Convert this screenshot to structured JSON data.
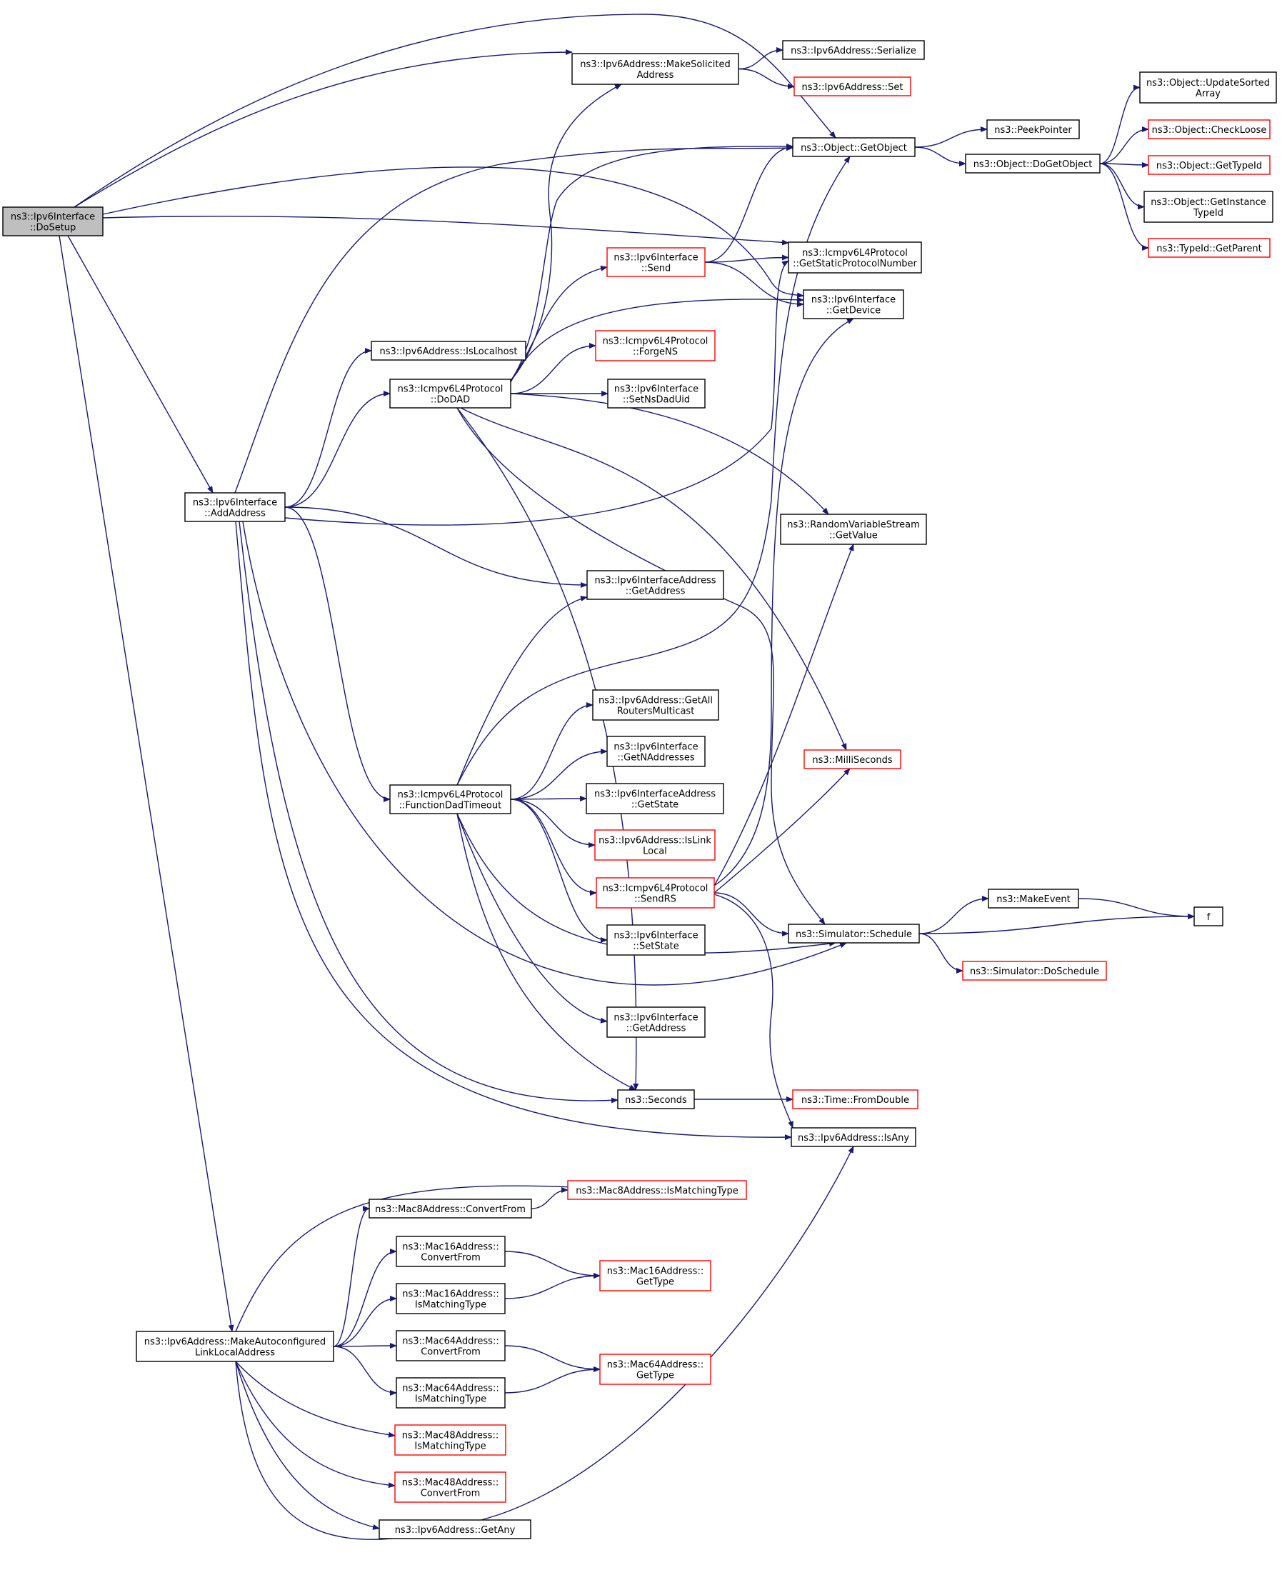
{
  "diagram": {
    "type": "call-graph",
    "colors": {
      "edge": "#191970",
      "normal_border": "#000000",
      "missing_border": "#ff0000",
      "root_fill": "#bfbfbf"
    },
    "nodes": [
      {
        "id": "dosetup",
        "lines": [
          "ns3::Ipv6Interface",
          "::DoSetup"
        ],
        "root": true
      },
      {
        "id": "makesolicited",
        "lines": [
          "ns3::Ipv6Address::MakeSolicited",
          "Address"
        ]
      },
      {
        "id": "serialize",
        "lines": [
          "ns3::Ipv6Address::Serialize"
        ]
      },
      {
        "id": "set",
        "lines": [
          "ns3::Ipv6Address::Set"
        ],
        "red": true
      },
      {
        "id": "getobject",
        "lines": [
          "ns3::Object::GetObject"
        ]
      },
      {
        "id": "peekpointer",
        "lines": [
          "ns3::PeekPointer"
        ]
      },
      {
        "id": "dogetobject",
        "lines": [
          "ns3::Object::DoGetObject"
        ]
      },
      {
        "id": "updatesorted",
        "lines": [
          "ns3::Object::UpdateSorted",
          "Array"
        ]
      },
      {
        "id": "checkloose",
        "lines": [
          "ns3::Object::CheckLoose"
        ],
        "red": true
      },
      {
        "id": "gettypeid",
        "lines": [
          "ns3::Object::GetTypeId"
        ],
        "red": true
      },
      {
        "id": "getinstancetypeid",
        "lines": [
          "ns3::Object::GetInstance",
          "TypeId"
        ]
      },
      {
        "id": "getparent",
        "lines": [
          "ns3::TypeId::GetParent"
        ],
        "red": true
      },
      {
        "id": "getstaticproto",
        "lines": [
          "ns3::Icmpv6L4Protocol",
          "::GetStaticProtocolNumber"
        ]
      },
      {
        "id": "send",
        "lines": [
          "ns3::Ipv6Interface",
          "::Send"
        ],
        "red": true
      },
      {
        "id": "getdevice",
        "lines": [
          "ns3::Ipv6Interface",
          "::GetDevice"
        ]
      },
      {
        "id": "islocalhost",
        "lines": [
          "ns3::Ipv6Address::IsLocalhost"
        ]
      },
      {
        "id": "forgens",
        "lines": [
          "ns3::Icmpv6L4Protocol",
          "::ForgeNS"
        ],
        "red": true
      },
      {
        "id": "dodad",
        "lines": [
          "ns3::Icmpv6L4Protocol",
          "::DoDAD"
        ]
      },
      {
        "id": "setnsdaduid",
        "lines": [
          "ns3::Ipv6Interface",
          "::SetNsDadUid"
        ]
      },
      {
        "id": "addaddress",
        "lines": [
          "ns3::Ipv6Interface",
          "::AddAddress"
        ]
      },
      {
        "id": "getvalue",
        "lines": [
          "ns3::RandomVariableStream",
          "::GetValue"
        ]
      },
      {
        "id": "ifaddr_getaddress",
        "lines": [
          "ns3::Ipv6InterfaceAddress",
          "::GetAddress"
        ]
      },
      {
        "id": "getallrouters",
        "lines": [
          "ns3::Ipv6Address::GetAll",
          "RoutersMulticast"
        ]
      },
      {
        "id": "getnaddresses",
        "lines": [
          "ns3::Ipv6Interface",
          "::GetNAddresses"
        ]
      },
      {
        "id": "milliseconds",
        "lines": [
          "ns3::MilliSeconds"
        ],
        "red": true
      },
      {
        "id": "functiondad",
        "lines": [
          "ns3::Icmpv6L4Protocol",
          "::FunctionDadTimeout"
        ]
      },
      {
        "id": "getstate",
        "lines": [
          "ns3::Ipv6InterfaceAddress",
          "::GetState"
        ]
      },
      {
        "id": "islinklocal",
        "lines": [
          "ns3::Ipv6Address::IsLink",
          "Local"
        ],
        "red": true
      },
      {
        "id": "sendrs",
        "lines": [
          "ns3::Icmpv6L4Protocol",
          "::SendRS"
        ],
        "red": true
      },
      {
        "id": "makeevent",
        "lines": [
          "ns3::MakeEvent"
        ]
      },
      {
        "id": "f",
        "lines": [
          "f"
        ]
      },
      {
        "id": "schedule",
        "lines": [
          "ns3::Simulator::Schedule"
        ]
      },
      {
        "id": "setstate",
        "lines": [
          "ns3::Ipv6Interface",
          "::SetState"
        ]
      },
      {
        "id": "doschedule",
        "lines": [
          "ns3::Simulator::DoSchedule"
        ],
        "red": true
      },
      {
        "id": "if_getaddress",
        "lines": [
          "ns3::Ipv6Interface",
          "::GetAddress"
        ]
      },
      {
        "id": "seconds",
        "lines": [
          "ns3::Seconds"
        ]
      },
      {
        "id": "fromdouble",
        "lines": [
          "ns3::Time::FromDouble"
        ],
        "red": true
      },
      {
        "id": "isany",
        "lines": [
          "ns3::Ipv6Address::IsAny"
        ]
      },
      {
        "id": "mac8convert",
        "lines": [
          "ns3::Mac8Address::ConvertFrom"
        ]
      },
      {
        "id": "mac8matching",
        "lines": [
          "ns3::Mac8Address::IsMatchingType"
        ],
        "red": true
      },
      {
        "id": "mac16convert",
        "lines": [
          "ns3::Mac16Address::",
          "ConvertFrom"
        ]
      },
      {
        "id": "mac16gettype",
        "lines": [
          "ns3::Mac16Address::",
          "GetType"
        ],
        "red": true
      },
      {
        "id": "mac16matching",
        "lines": [
          "ns3::Mac16Address::",
          "IsMatchingType"
        ]
      },
      {
        "id": "makeautoconf",
        "lines": [
          "ns3::Ipv6Address::MakeAutoconfigured",
          "LinkLocalAddress"
        ]
      },
      {
        "id": "mac64convert",
        "lines": [
          "ns3::Mac64Address::",
          "ConvertFrom"
        ]
      },
      {
        "id": "mac64gettype",
        "lines": [
          "ns3::Mac64Address::",
          "GetType"
        ],
        "red": true
      },
      {
        "id": "mac64matching",
        "lines": [
          "ns3::Mac64Address::",
          "IsMatchingType"
        ]
      },
      {
        "id": "mac48matching",
        "lines": [
          "ns3::Mac48Address::",
          "IsMatchingType"
        ],
        "red": true
      },
      {
        "id": "mac48convert",
        "lines": [
          "ns3::Mac48Address::",
          "ConvertFrom"
        ],
        "red": true
      },
      {
        "id": "getany",
        "lines": [
          "ns3::Ipv6Address::GetAny"
        ]
      }
    ],
    "edges": [
      [
        "dosetup",
        "makesolicited"
      ],
      [
        "dosetup",
        "getobject"
      ],
      [
        "dosetup",
        "getdevice"
      ],
      [
        "dosetup",
        "getstaticproto"
      ],
      [
        "dosetup",
        "addaddress"
      ],
      [
        "dosetup",
        "makeautoconf"
      ],
      [
        "makesolicited",
        "serialize"
      ],
      [
        "makesolicited",
        "set"
      ],
      [
        "getobject",
        "peekpointer"
      ],
      [
        "getobject",
        "dogetobject"
      ],
      [
        "dogetobject",
        "updatesorted"
      ],
      [
        "dogetobject",
        "checkloose"
      ],
      [
        "dogetobject",
        "gettypeid"
      ],
      [
        "dogetobject",
        "getinstancetypeid"
      ],
      [
        "dogetobject",
        "getparent"
      ],
      [
        "send",
        "getobject"
      ],
      [
        "send",
        "getstaticproto"
      ],
      [
        "send",
        "getdevice"
      ],
      [
        "addaddress",
        "getobject"
      ],
      [
        "addaddress",
        "islocalhost"
      ],
      [
        "addaddress",
        "dodad"
      ],
      [
        "addaddress",
        "getstaticproto"
      ],
      [
        "addaddress",
        "ifaddr_getaddress"
      ],
      [
        "addaddress",
        "functiondad"
      ],
      [
        "addaddress",
        "schedule"
      ],
      [
        "addaddress",
        "seconds"
      ],
      [
        "addaddress",
        "isany"
      ],
      [
        "dodad",
        "makesolicited"
      ],
      [
        "dodad",
        "getobject"
      ],
      [
        "dodad",
        "send"
      ],
      [
        "dodad",
        "getdevice"
      ],
      [
        "dodad",
        "forgens"
      ],
      [
        "dodad",
        "setnsdaduid"
      ],
      [
        "dodad",
        "getvalue"
      ],
      [
        "dodad",
        "milliseconds"
      ],
      [
        "dodad",
        "schedule"
      ],
      [
        "dodad",
        "seconds"
      ],
      [
        "functiondad",
        "ifaddr_getaddress"
      ],
      [
        "functiondad",
        "getobject"
      ],
      [
        "functiondad",
        "getallrouters"
      ],
      [
        "functiondad",
        "getnaddresses"
      ],
      [
        "functiondad",
        "getstate"
      ],
      [
        "functiondad",
        "islinklocal"
      ],
      [
        "functiondad",
        "sendrs"
      ],
      [
        "functiondad",
        "setstate"
      ],
      [
        "functiondad",
        "schedule"
      ],
      [
        "functiondad",
        "if_getaddress"
      ],
      [
        "functiondad",
        "seconds"
      ],
      [
        "sendrs",
        "getdevice"
      ],
      [
        "sendrs",
        "getvalue"
      ],
      [
        "sendrs",
        "milliseconds"
      ],
      [
        "sendrs",
        "schedule"
      ],
      [
        "sendrs",
        "isany"
      ],
      [
        "schedule",
        "makeevent"
      ],
      [
        "schedule",
        "f"
      ],
      [
        "schedule",
        "doschedule"
      ],
      [
        "makeevent",
        "f"
      ],
      [
        "seconds",
        "fromdouble"
      ],
      [
        "makeautoconf",
        "mac8matching"
      ],
      [
        "makeautoconf",
        "mac8convert"
      ],
      [
        "makeautoconf",
        "mac16convert"
      ],
      [
        "makeautoconf",
        "mac16matching"
      ],
      [
        "makeautoconf",
        "mac64convert"
      ],
      [
        "makeautoconf",
        "mac64matching"
      ],
      [
        "makeautoconf",
        "mac48matching"
      ],
      [
        "makeautoconf",
        "mac48convert"
      ],
      [
        "makeautoconf",
        "getany"
      ],
      [
        "makeautoconf",
        "isany"
      ],
      [
        "mac8convert",
        "mac8matching"
      ],
      [
        "mac16convert",
        "mac16gettype"
      ],
      [
        "mac16matching",
        "mac16gettype"
      ],
      [
        "mac64convert",
        "mac64gettype"
      ],
      [
        "mac64matching",
        "mac64gettype"
      ]
    ]
  }
}
